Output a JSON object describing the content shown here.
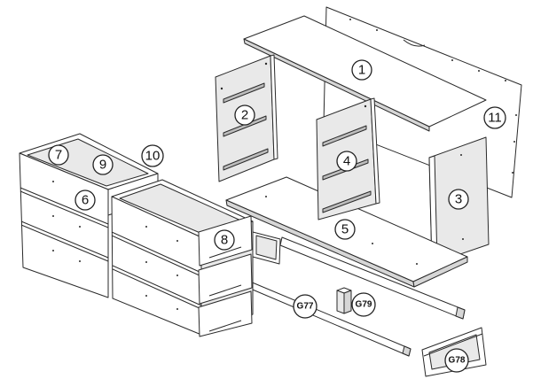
{
  "labels": {
    "p1": "1",
    "p2": "2",
    "p3": "3",
    "p4": "4",
    "p5": "5",
    "p6": "6",
    "p7": "7",
    "p8": "8",
    "p9": "9",
    "p10": "10",
    "p11": "11",
    "g77": "G77",
    "g78": "G78",
    "g79": "G79"
  }
}
